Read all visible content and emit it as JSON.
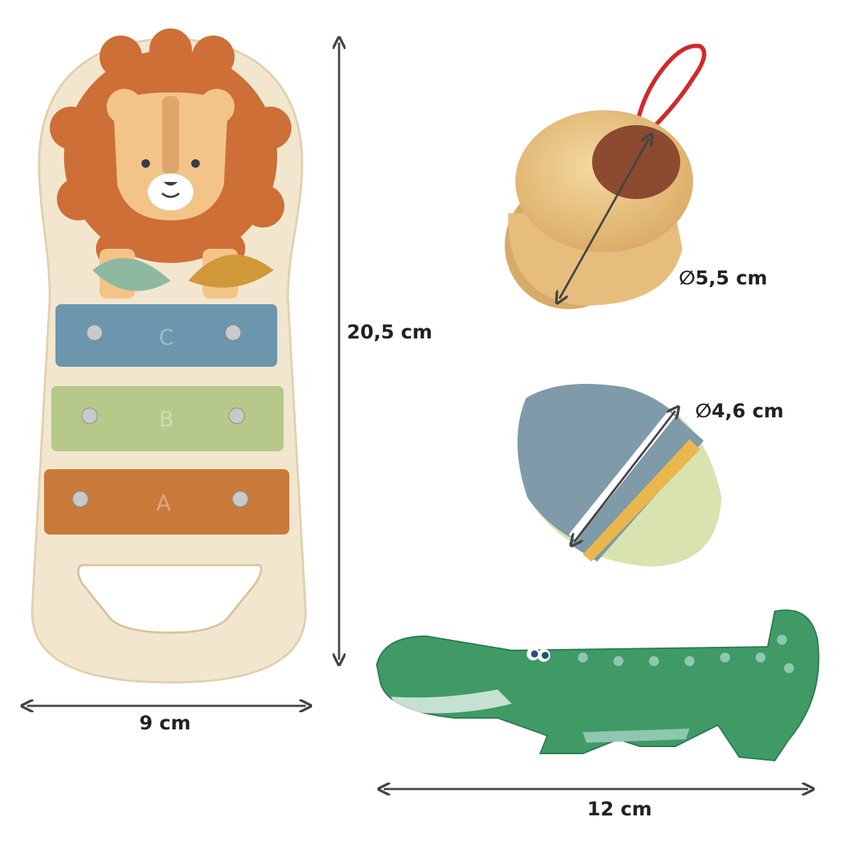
{
  "products": {
    "xylophone": {
      "height_label": "20,5 cm",
      "width_label": "9 cm",
      "bars": [
        {
          "note": "C",
          "color": "#6b96ad"
        },
        {
          "note": "B",
          "color": "#b7c98a"
        },
        {
          "note": "A",
          "color": "#c97a3a"
        }
      ]
    },
    "castanet": {
      "diameter_label": "∅5,5 cm"
    },
    "egg_shaker": {
      "diameter_label": "∅4,6 cm"
    },
    "crocodile": {
      "length_label": "12 cm"
    }
  },
  "colors": {
    "wood": "#f3e6cf",
    "lion_mane": "#cd6f36",
    "lion_face": "#f3c487",
    "egg_blue": "#7f9aa9",
    "egg_green": "#d8e3b0",
    "croc_green": "#3f9a66",
    "arrow": "#444444"
  }
}
